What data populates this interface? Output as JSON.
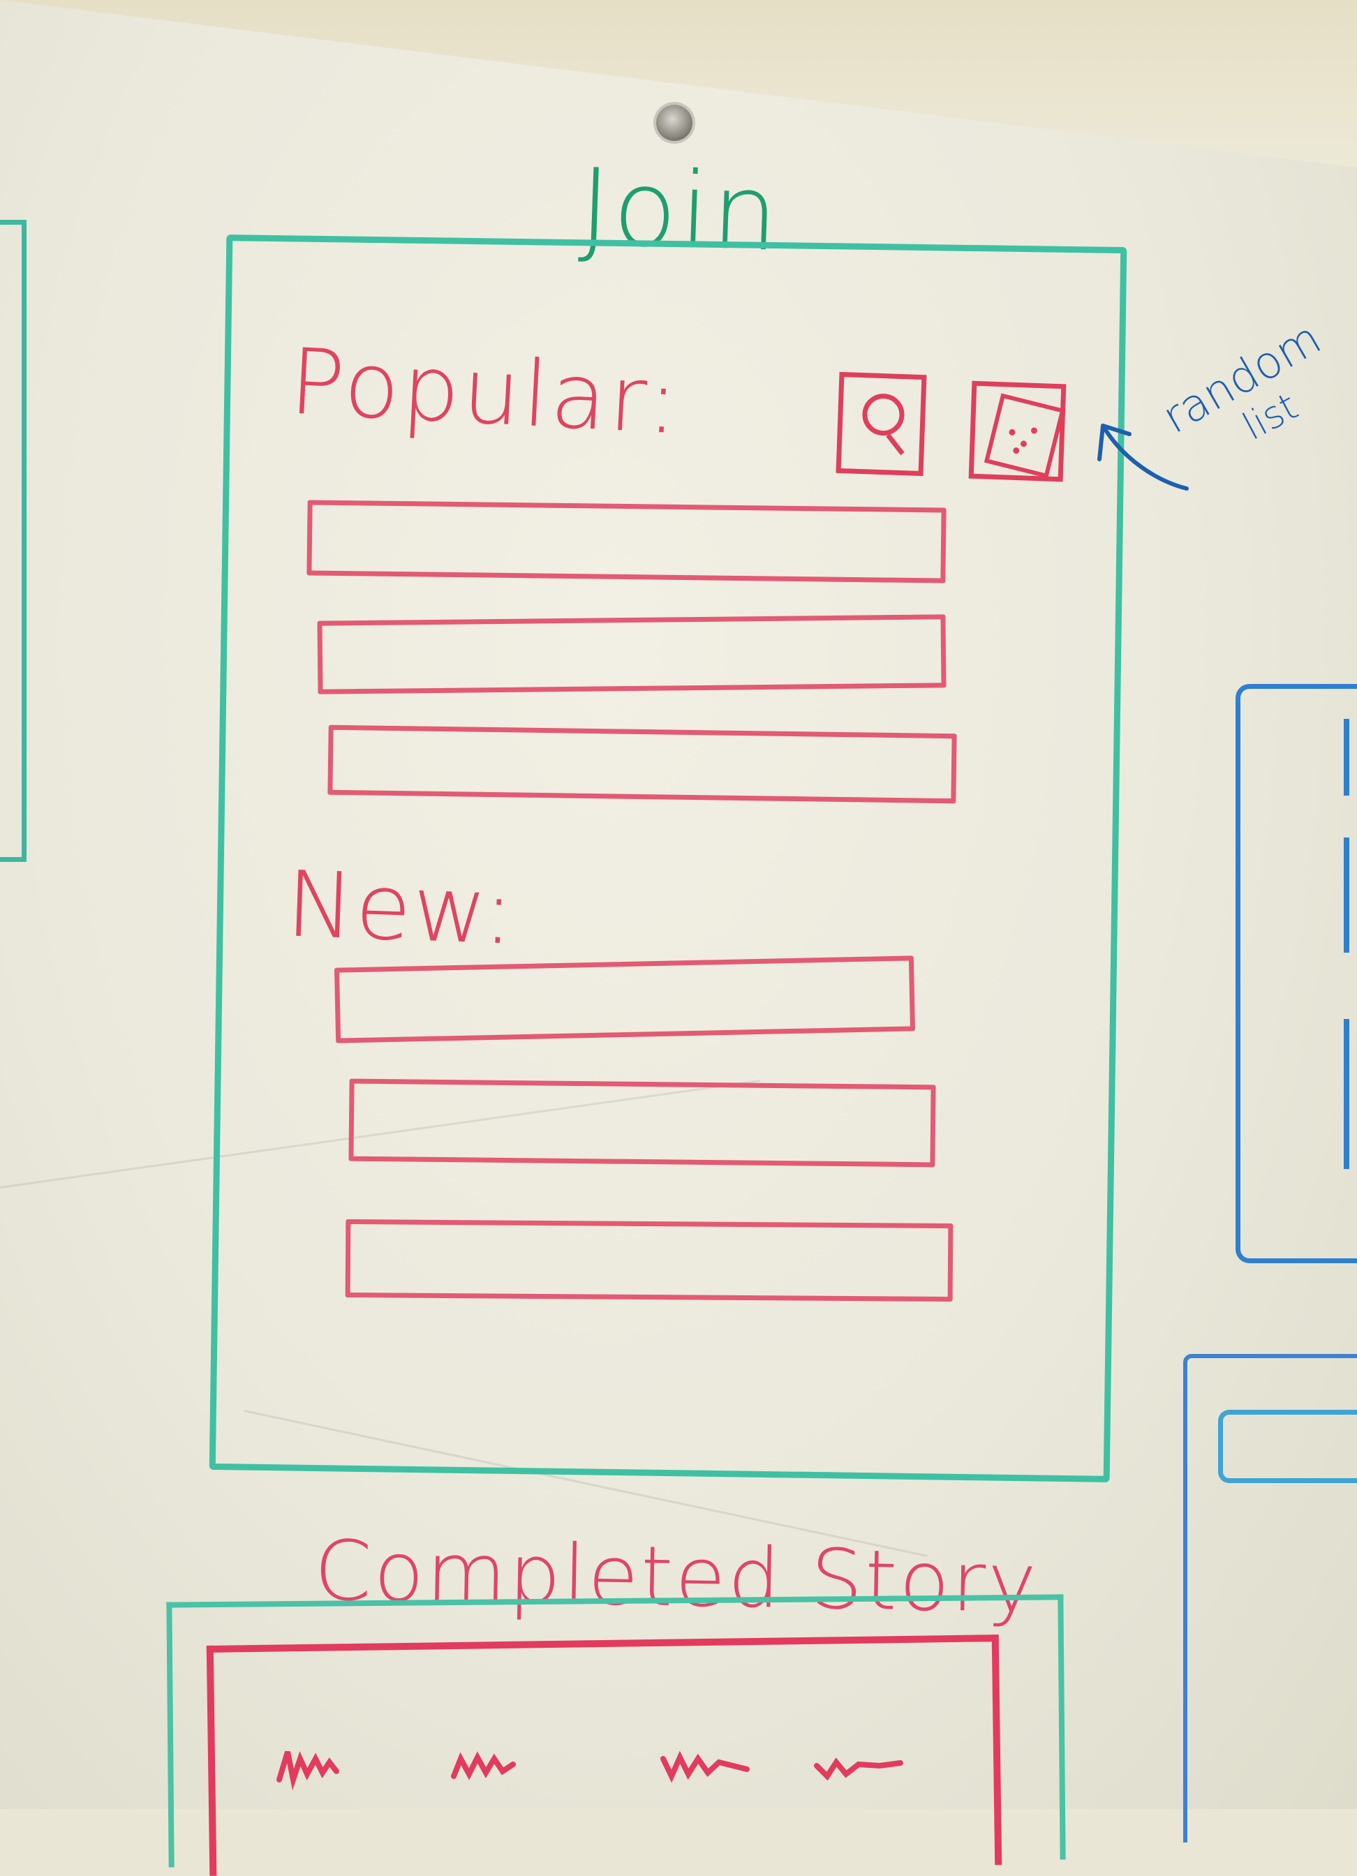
{
  "sketch": {
    "screen_title": "Join",
    "sections": [
      {
        "heading": "Popular:",
        "item_count": 3
      },
      {
        "heading": "New:",
        "item_count": 3
      }
    ],
    "buttons": {
      "search_icon": "search-icon",
      "random_icon": "dice-icon"
    },
    "annotation": {
      "line1": "random",
      "line2": "list"
    },
    "next_screen_title": "Completed Story"
  },
  "colors": {
    "frame": "#3fc0a3",
    "content": "#e0445e",
    "annotation": "#1d5fae",
    "board": "#ebe9dc"
  }
}
